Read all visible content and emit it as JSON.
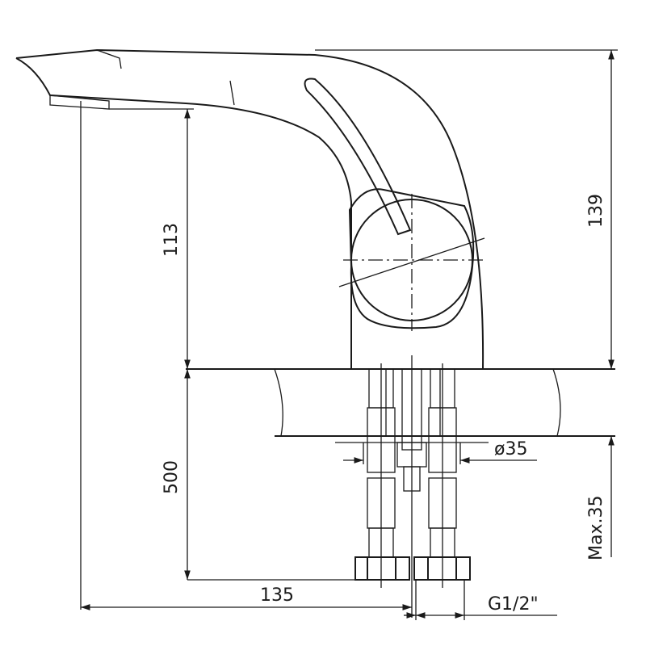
{
  "title": "Basin mixer technical drawing",
  "dimensions": {
    "spout_height": "113",
    "total_height": "139",
    "hose_length": "500",
    "max_deck_thickness": "Max.35",
    "spout_reach": "135",
    "hole_diameter": "ø35",
    "thread": "G1/2\""
  },
  "colors": {
    "line": "#1a1a1a",
    "background": "#ffffff"
  }
}
